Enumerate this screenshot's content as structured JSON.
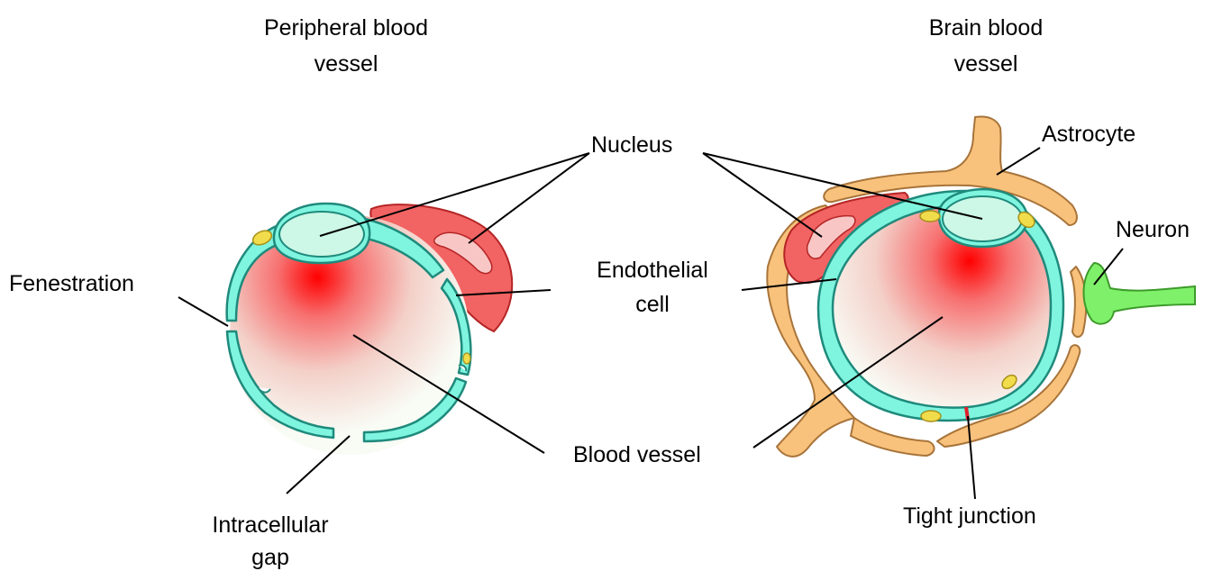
{
  "peripheral": {
    "title_line1": "Peripheral blood",
    "title_line2": "vessel"
  },
  "brain": {
    "title_line1": "Brain blood",
    "title_line2": "vessel"
  },
  "labels": {
    "nucleus": "Nucleus",
    "astrocyte": "Astrocyte",
    "neuron": "Neuron",
    "fenestration": "Fenestration",
    "endothelial_line1": "Endothelial",
    "endothelial_line2": "cell",
    "blood_vessel": "Blood vessel",
    "intracellular_line1": "Intracellular",
    "intracellular_line2": "gap",
    "tight_junction": "Tight junction"
  },
  "colors": {
    "endothelium_fill": "#7ff5df",
    "endothelium_stroke": "#1f8a7c",
    "nucleus_fill": "#cdf7e6",
    "pericyte_fill": "#f26363",
    "pericyte_stroke": "#b52525",
    "astrocyte_fill": "#f8c27c",
    "astrocyte_stroke": "#a8743a",
    "neuron_fill": "#7ff06a",
    "neuron_stroke": "#3d9b2b",
    "blood_center": "#ff0000",
    "mitochondria_fill": "#f1dc4c",
    "tight_junction": "#e0202a"
  }
}
